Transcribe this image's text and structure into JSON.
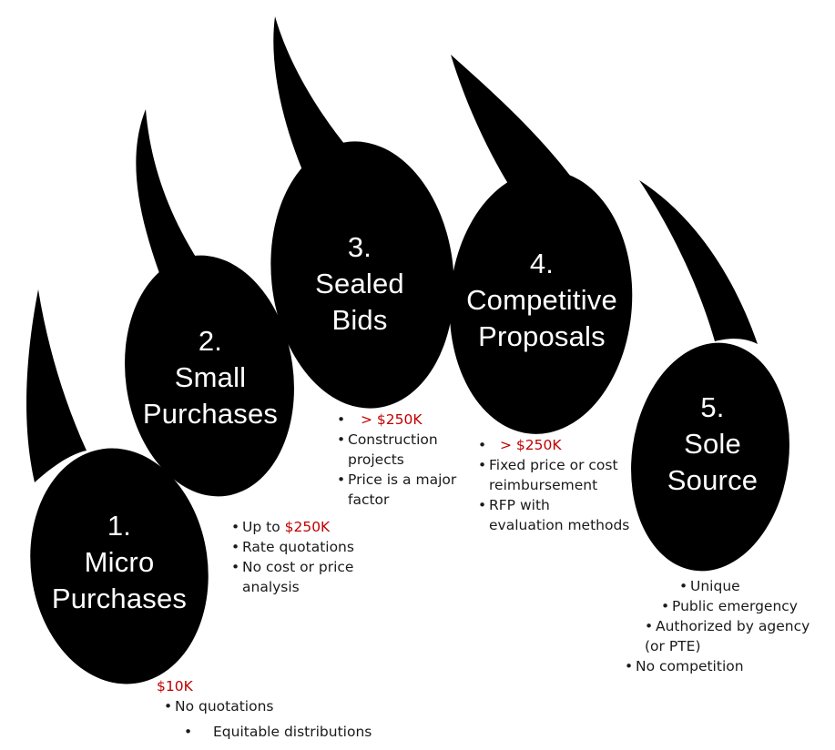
{
  "colors": {
    "shape_fill": "#000000",
    "title_text": "#ffffff",
    "highlight": "#c00000",
    "body_text": "#1a1a1a"
  },
  "steps": [
    {
      "number": "1.",
      "title_line1": "Micro",
      "title_line2": "Purchases",
      "threshold": "$10K",
      "notes": [
        "No quotations",
        "Equitable distributions"
      ]
    },
    {
      "number": "2.",
      "title_line1": "Small",
      "title_line2": "Purchases",
      "threshold_prefix": "Up to ",
      "threshold": "$250K",
      "notes": [
        "Rate quotations",
        "No cost or price",
        "analysis"
      ]
    },
    {
      "number": "3.",
      "title_line1": "Sealed",
      "title_line2": "Bids",
      "threshold": "> $250K",
      "notes": [
        "Construction",
        "projects",
        "Price is a major",
        "factor"
      ]
    },
    {
      "number": "4.",
      "title_line1": "Competitive",
      "title_line2": "Proposals",
      "threshold": "> $250K",
      "notes": [
        "Fixed price or cost",
        "reimbursement",
        "RFP with",
        "evaluation methods"
      ]
    },
    {
      "number": "5.",
      "title_line1": "Sole",
      "title_line2": "Source",
      "notes": [
        "Unique",
        "Public emergency",
        "Authorized by agency",
        "(or PTE)",
        "No competition"
      ]
    }
  ]
}
